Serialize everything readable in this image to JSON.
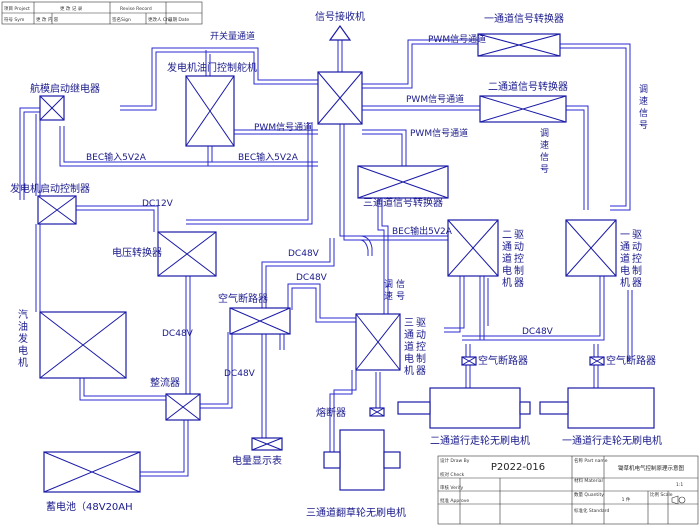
{
  "revision_block": {
    "header": [
      "项目 Project",
      "更 改 记 录",
      "Revise Record"
    ],
    "row": [
      "符号 Sym",
      "更 改 内 容",
      "签名Sign",
      "更改人 Chg",
      "日期 Date"
    ]
  },
  "components": {
    "signal_receiver": "信号接收机",
    "ch1_converter": "一通道信号转换器",
    "ch2_converter": "二通道信号转换器",
    "ch3_converter": "三通道信号转换器",
    "throttle_servo": "发电机油门控制舵机",
    "starter_relay": "航模启动继电器",
    "gen_start_controller": "发电机启动控制器",
    "voltage_converter": "电压转换器",
    "gasoline_generator": "汽油发电机",
    "rectifier": "整流器",
    "air_breaker_center": "空气断路器",
    "battery_meter": "电量显示表",
    "battery": "蓄电池（48V20AH",
    "fuse": "熔断器",
    "ch3_motor_ctrl": "三通道电机驱动控制器",
    "ch2_motor_ctrl": "二通道电机驱动控制器",
    "ch1_motor_ctrl": "一通道电机驱动控制器",
    "air_breaker_ch2": "空气断路器",
    "air_breaker_ch1": "空气断路器",
    "ch2_motor": "二通道行走轮无刷电机",
    "ch1_motor": "一通道行走轮无刷电机",
    "ch3_motor": "三通道翻草轮无刷电机"
  },
  "wire_labels": {
    "switch_channel": "开关量通道",
    "pwm_1": "PWM信号通道",
    "pwm_2": "PWM信号通道",
    "pwm_3": "PWM信号通道",
    "pwm_4": "PWM信号通道",
    "bec_in_1": "BEC输入5V2A",
    "bec_in_2": "BEC输入5V2A",
    "bec_out": "BEC输出5V2A",
    "dc12": "DC12V",
    "dc48_1": "DC48V",
    "dc48_2": "DC48V",
    "dc48_3": "DC48V",
    "dc48_4": "DC48V",
    "dc48_5": "DC48V",
    "speed_1": "调速信号",
    "speed_2": "调速信号",
    "speed_3": "调速信号"
  },
  "title_block": {
    "drawing_no": "P2022-016",
    "title": "锄草机电气控制原理示意图",
    "quantity": "1 件",
    "scale": "1:1",
    "captions": [
      "设计 Draw By",
      "校对 Check",
      "审核 Verify",
      "批准 Approve",
      "名称 Part name",
      "材料 Material",
      "数量 Quantity",
      "比例 Scale",
      "标准化 Standard"
    ]
  },
  "colors": {
    "wire": "#2a2ad0",
    "box": "#1a1aa8",
    "text": "#1a1a8c"
  }
}
